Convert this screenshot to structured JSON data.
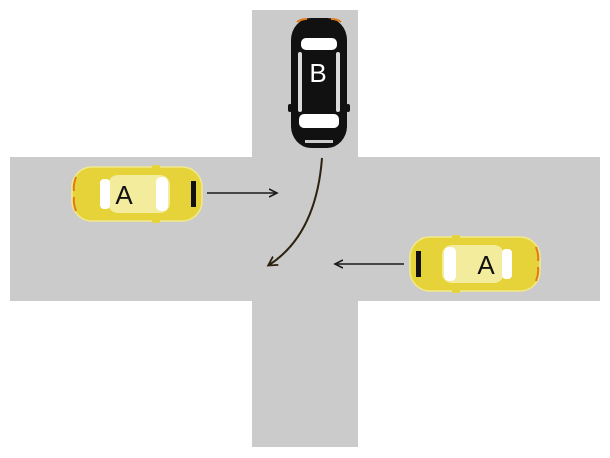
{
  "colors": {
    "road": "#cbcbcb",
    "background": "#ffffff",
    "car_a_body": "#e6d33a",
    "car_a_roof": "#f3ec9c",
    "car_b_body": "#111111",
    "car_b_roof": "#ffffff",
    "arrow": "#1a1a1a",
    "path": "#2b2210"
  },
  "cars": [
    {
      "id": "A-left",
      "label": "A",
      "facing": "east",
      "color": "yellow"
    },
    {
      "id": "A-right",
      "label": "A",
      "facing": "west",
      "color": "yellow"
    },
    {
      "id": "B-top",
      "label": "B",
      "facing": "south",
      "color": "black"
    }
  ],
  "arrows": [
    {
      "id": "car-a-left-arrow",
      "direction": "east"
    },
    {
      "id": "car-a-right-arrow",
      "direction": "west"
    },
    {
      "id": "car-b-path",
      "direction": "south-then-west-turn"
    }
  ]
}
